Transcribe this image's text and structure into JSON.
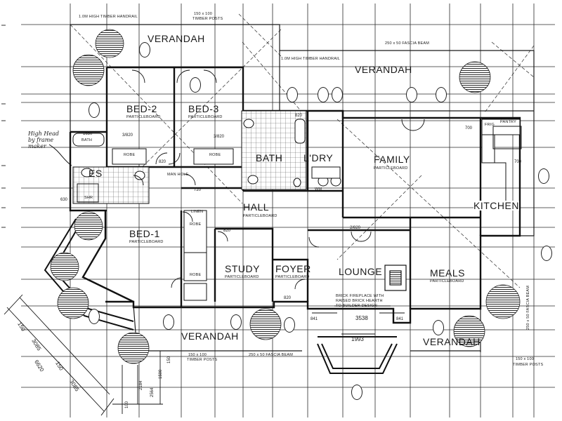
{
  "rooms": {
    "verandah_top_left": "VERANDAH",
    "verandah_top_right": "VERANDAH",
    "verandah_bottom": "VERANDAH",
    "verandah_bottom_right": "VERANDAH",
    "bed2": "BED-2",
    "bed3": "BED-3",
    "bed1": "BED-1",
    "bath": "BATH",
    "ldry": "L'DRY",
    "ens": "ES",
    "family": "FAMILY",
    "kitchen": "KITCHEN",
    "hall": "HALL",
    "study": "STUDY",
    "foyer": "FOYER",
    "lounge": "LOUNGE",
    "meals": "MEALS"
  },
  "finishes": {
    "particleboard": "PARTICLEBOARD"
  },
  "notes": {
    "handrail_top": "1.0M HIGH TIMBER HANDRAIL",
    "handrail_right": "1.0M HIGH TIMBER HANDRAIL",
    "posts_top": "150 x 100",
    "posts_top_2": "TIMBER POSTS",
    "fascia_top": "250 x 50 FASCIA BEAM",
    "posts_bottom": "150 x 100",
    "posts_bottom_2": "TIMBER POSTS",
    "fascia_bottom": "250 x 50 FASCIA BEAM",
    "posts_bottom_right": "150 x 100",
    "posts_bottom_right_2": "TIMBER POSTS",
    "fascia_right": "250 x 50 FASCIA BEAM",
    "fireplace_1": "BRICK FIREPLACE WITH",
    "fireplace_2": "RAISED BRICK HEARTH",
    "fireplace_3": "TO BUILDER DESIGN",
    "linen": "LINEN",
    "robe": "ROBE",
    "man_hole": "MAN HOLE",
    "shr": "SHR",
    "bath_small": "BATH",
    "wm": "WM",
    "frig": "FRIG",
    "pantry": "PANTRY",
    "hand_note": "High Head by frame maker"
  },
  "dimensions": {
    "d1650": "1650",
    "d3_820": "3/820",
    "d820": "820",
    "d720": "720",
    "d2_820": "2/820",
    "d700": "700",
    "d3538": "3538",
    "d841": "841",
    "d1993": "1993",
    "d150": "150",
    "d3085": "3085",
    "d6620": "6620",
    "d2184": "2184",
    "d2564": "2564",
    "d1500": "1500",
    "d100": "100",
    "d630": "630"
  },
  "colors": {
    "ink": "#1a1a1a",
    "paper": "#ffffff",
    "grid": "#2a2a2a",
    "tile": "#555555"
  }
}
